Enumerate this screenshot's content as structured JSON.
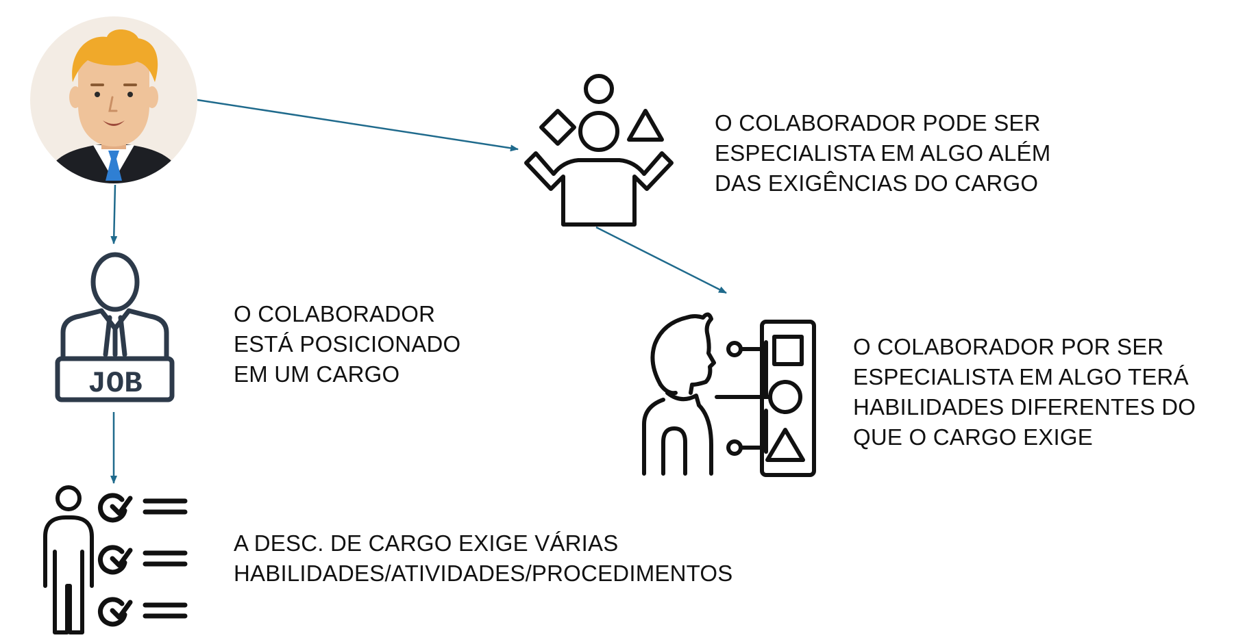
{
  "colors": {
    "arrow": "#1f6a8c",
    "icon_dark": "#2d3a4a",
    "icon_black": "#111111",
    "avatar_bg": "#f3ece4",
    "hair": "#f0a92a",
    "skin": "#efc39a",
    "suit": "#1d1f24",
    "tie": "#2f7fd3"
  },
  "icons": {
    "avatar": "businessman-avatar",
    "job": "job-worker",
    "checklist": "person-checklist",
    "juggler": "person-juggling-shapes",
    "chooser": "person-choosing-options"
  },
  "nodes": {
    "positioned": {
      "lines": [
        "O COLABORADOR",
        "ESTÁ POSICIONADO",
        "EM UM CARGO"
      ],
      "job_badge": "JOB"
    },
    "skills": {
      "lines": [
        "A DESC. DE CARGO EXIGE VÁRIAS",
        "HABILIDADES/ATIVIDADES/PROCEDIMENTOS"
      ]
    },
    "specialist": {
      "lines": [
        "O COLABORADOR PODE SER",
        "ESPECIALISTA EM ALGO ALÉM",
        "DAS EXIGÊNCIAS DO CARGO"
      ]
    },
    "different": {
      "lines": [
        "O COLABORADOR POR SER",
        "ESPECIALISTA EM ALGO TERÁ",
        "HABILIDADES DIFERENTES DO",
        "QUE O CARGO EXIGE"
      ]
    }
  }
}
